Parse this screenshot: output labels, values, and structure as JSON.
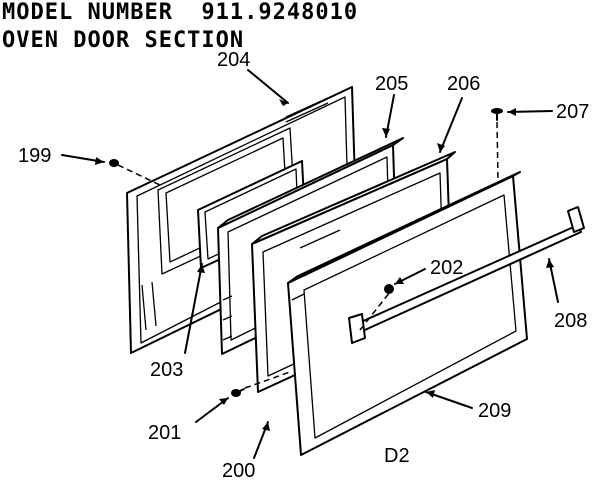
{
  "header": {
    "model_line": "MODEL NUMBER  911.9248010",
    "section_line": "OVEN DOOR SECTION"
  },
  "parts": [
    {
      "id": "p199",
      "label": "199"
    },
    {
      "id": "p200",
      "label": "200"
    },
    {
      "id": "p201",
      "label": "201"
    },
    {
      "id": "p202",
      "label": "202"
    },
    {
      "id": "p203",
      "label": "203"
    },
    {
      "id": "p204",
      "label": "204"
    },
    {
      "id": "p205",
      "label": "205"
    },
    {
      "id": "p206",
      "label": "206"
    },
    {
      "id": "p207",
      "label": "207"
    },
    {
      "id": "p208",
      "label": "208"
    },
    {
      "id": "p209",
      "label": "209"
    }
  ],
  "diagram_code": "D2"
}
